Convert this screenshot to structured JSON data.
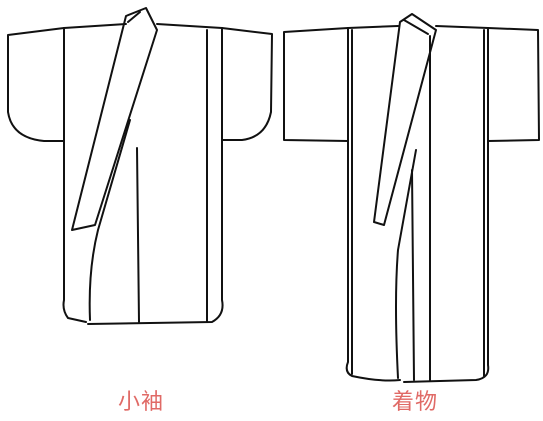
{
  "figures": [
    {
      "id": "kosode",
      "caption": "小袖"
    },
    {
      "id": "kimono",
      "caption": "着物"
    }
  ],
  "colors": {
    "caption": "#e06a66",
    "line": "#111111",
    "background": "#ffffff"
  }
}
